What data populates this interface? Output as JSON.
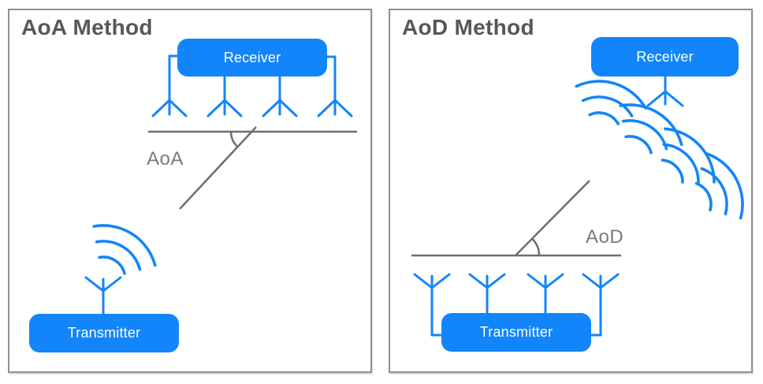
{
  "colors": {
    "accent_blue": "#1285fa",
    "line_gray": "#6d6e70",
    "label_gray": "#797a7d",
    "title_gray": "#56575b",
    "panel_border": "#8e8f91",
    "background": "#ffffff"
  },
  "icons": [
    "antenna-icon",
    "radio-waves-icon",
    "wavefronts-icon",
    "angle-arc-icon"
  ],
  "panels": [
    {
      "title": "AoA Method",
      "angle_label": "AoA",
      "receiver": {
        "label": "Receiver",
        "antennas": 4
      },
      "transmitter": {
        "label": "Transmitter",
        "antennas": 1
      },
      "waves": {
        "groups": 1,
        "arcs_per_group": 3
      }
    },
    {
      "title": "AoD Method",
      "angle_label": "AoD",
      "receiver": {
        "label": "Receiver",
        "antennas": 1
      },
      "transmitter": {
        "label": "Transmitter",
        "antennas": 4
      },
      "waves": {
        "groups": 4,
        "arcs_per_group": 3
      }
    }
  ]
}
